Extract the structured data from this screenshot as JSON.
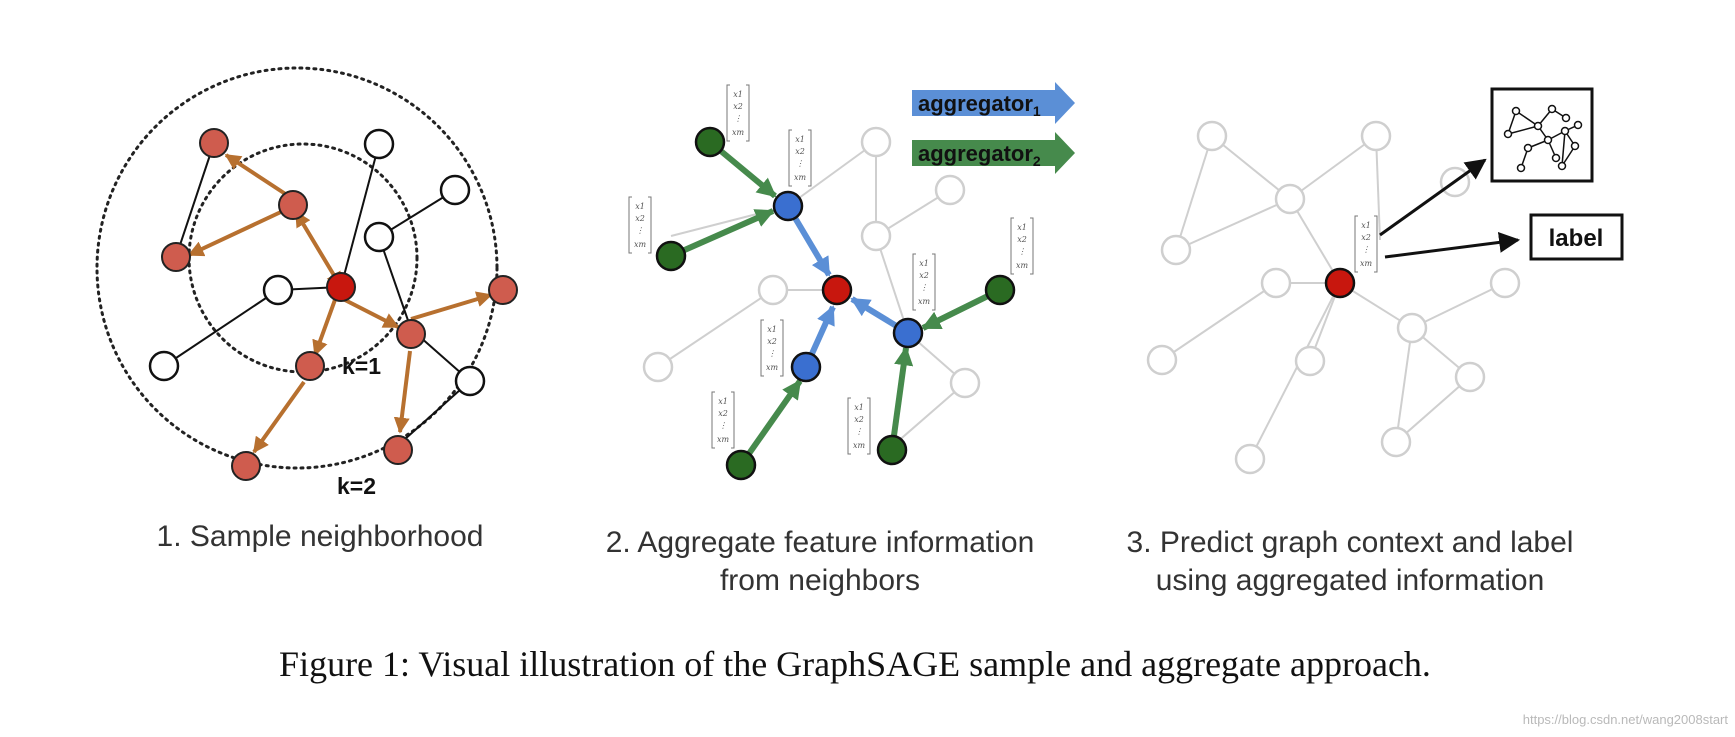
{
  "panel1": {
    "caption": "1. Sample neighborhood",
    "labels": {
      "k1": "k=1",
      "k2": "k=2"
    }
  },
  "panel2": {
    "caption_line1": "2. Aggregate feature information",
    "caption_line2": "from neighbors",
    "aggregator1": {
      "text": "aggregator",
      "sub": "1",
      "color": "#5b8fd6"
    },
    "aggregator2": {
      "text": "aggregator",
      "sub": "2",
      "color": "#468a4c"
    },
    "feature_vector": [
      "x1",
      "x2",
      "⋮",
      "xm"
    ]
  },
  "panel3": {
    "caption_line1": "3. Predict graph context and label",
    "caption_line2": "using aggregated information",
    "label_box": "label"
  },
  "figure_caption": "Figure 1: Visual illustration of the GraphSAGE sample and aggregate approach.",
  "watermark": "https://blog.csdn.net/wang2008start",
  "colors": {
    "target_node": "#c8170e",
    "sampled_node": "#cf5c4e",
    "sample_arrow": "#b7702f",
    "hop1_node": "#3a6fd0",
    "hop2_node": "#2a6a22",
    "hop1_arrow": "#5b8fd6",
    "hop2_arrow": "#468a4c",
    "faded_edge": "#cfcfcf"
  }
}
